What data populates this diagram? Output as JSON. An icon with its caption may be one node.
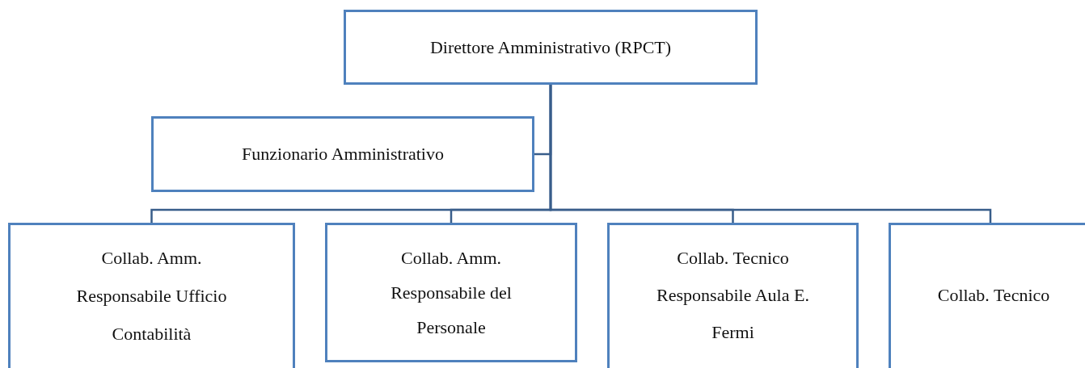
{
  "diagram": {
    "nodes": [
      {
        "text": [
          "Direttore Amministrativo (RPCT)"
        ]
      },
      {
        "text": [
          "Funzionario Amministrativo"
        ]
      },
      {
        "text": [
          "Collab. Amm. Responsabile Ufficio Contabilità"
        ]
      },
      {
        "text": [
          "Collab. Amm. Responsabile del Personale"
        ]
      },
      {
        "text": [
          "Collab. Tecnico Responsabile Aula E. Fermi"
        ]
      },
      {
        "text": [
          "Collab. Tecnico"
        ]
      }
    ],
    "edges": [
      {
        "from": 0,
        "to": 1,
        "arrow": "none"
      },
      {
        "from": 0,
        "to": 2,
        "arrow": "none"
      },
      {
        "from": 0,
        "to": 3,
        "arrow": "none"
      },
      {
        "from": 0,
        "to": 4,
        "arrow": "none"
      },
      {
        "from": 0,
        "to": 5,
        "arrow": "none"
      }
    ]
  }
}
